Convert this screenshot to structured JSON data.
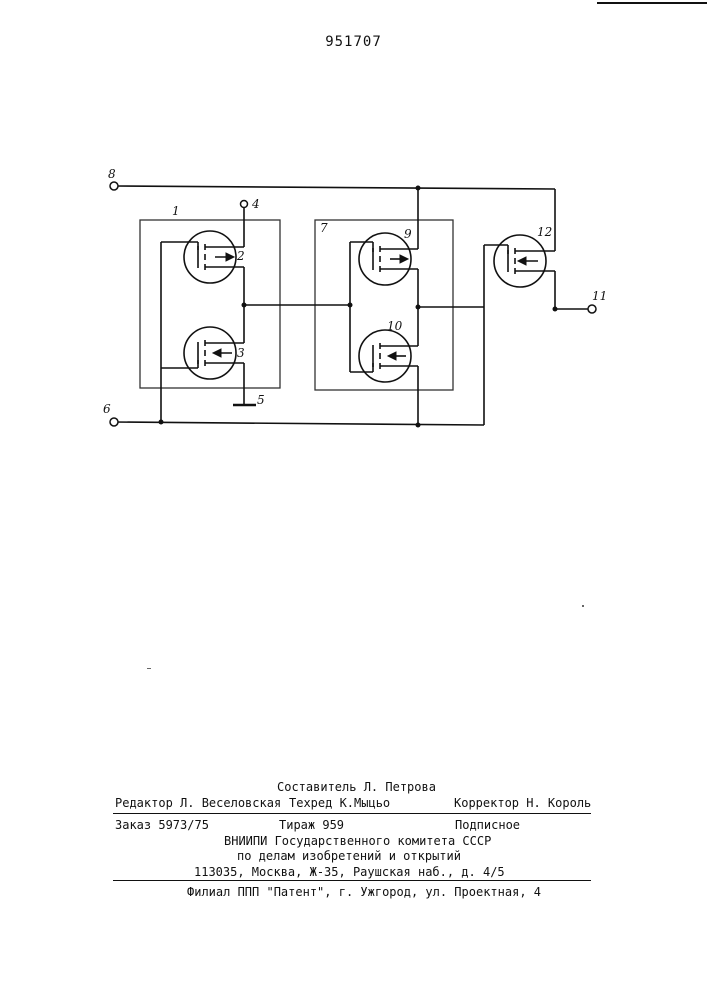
{
  "document": {
    "number": "951707"
  },
  "figure": {
    "labels": {
      "block1": "1",
      "transistor2": "2",
      "transistor3": "3",
      "terminal4": "4",
      "ground5": "5",
      "terminal6": "6",
      "block7": "7",
      "terminal8": "8",
      "transistor9": "9",
      "transistor10": "10",
      "terminal11": "11",
      "transistor12": "12"
    }
  },
  "colophon": {
    "compiler": "Составитель Л. Петрова",
    "editor": "Редактор Л. Веселовская",
    "techred": "Техред К.Мыцьо",
    "corrector": "Корректор Н. Король",
    "order": "Заказ 5973/75",
    "circulation": "Тираж 959",
    "subscription": "Подписное",
    "org1": "ВНИИПИ Государственного комитета СССР",
    "org2": "по делам изобретений и открытий",
    "address": "113035, Москва, Ж-35, Раушская наб., д. 4/5",
    "branch": "Филиал ППП \"Патент\", г. Ужгород, ул. Проектная, 4"
  }
}
